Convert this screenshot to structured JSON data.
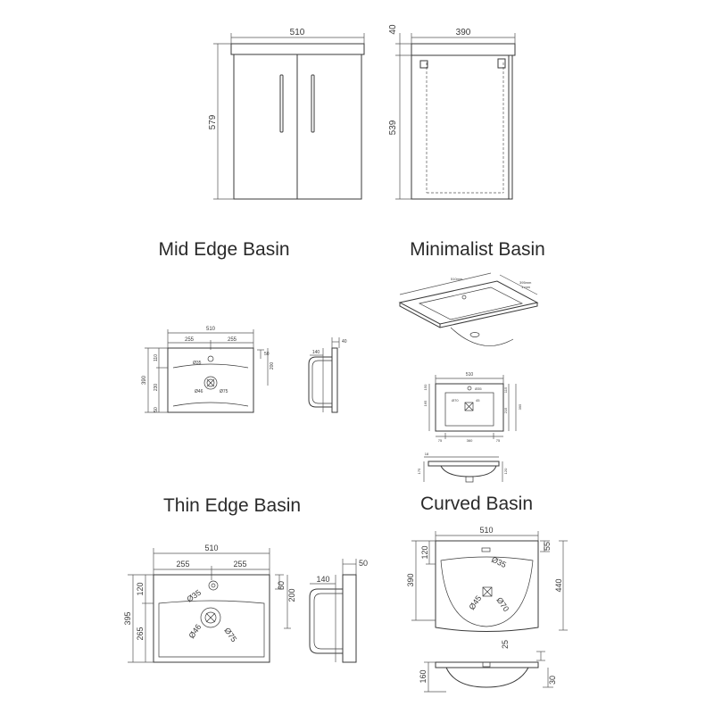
{
  "cabinet": {
    "front_width": "510",
    "front_height": "579",
    "side_depth": "390",
    "side_top": "40",
    "side_height": "539"
  },
  "sections": [
    {
      "title": "Mid Edge Basin",
      "top": {
        "width": "510",
        "half_left": "255",
        "half_right": "255",
        "depth": "390",
        "front": "110",
        "back": "230",
        "edge": "50",
        "tap_dia": "Ø35",
        "waste_small": "Ø46",
        "waste_large": "Ø75",
        "bowl_depth": "200",
        "rim": "50"
      },
      "side": {
        "thickness": "40",
        "bowl": "140"
      }
    },
    {
      "title": "Minimalist Basin",
      "iso": {
        "width": "510mm",
        "depth": "395mm",
        "sub": "1 mm"
      },
      "top": {
        "width": "510",
        "tap_dia": "Ø35",
        "waste_a": "Ø70",
        "waste_b": "45",
        "left_a": "150",
        "left_b": "165",
        "right_a": "115",
        "right_b": "215",
        "depth": "395",
        "bottom_l": "75",
        "bottom_m": "360",
        "bottom_r": "75"
      },
      "side": {
        "top": "18",
        "left": "175",
        "right": "120"
      }
    },
    {
      "title": "Thin Edge Basin",
      "top": {
        "width": "510",
        "half_left": "255",
        "half_right": "255",
        "front": "120",
        "back": "265",
        "depth": "395",
        "tap_dia": "Ø35",
        "waste_small": "Ø46",
        "waste_large": "Ø75",
        "bowl_depth": "200",
        "edge": "60"
      },
      "side": {
        "thickness": "50",
        "bowl": "140"
      }
    },
    {
      "title": "Curved Basin",
      "top": {
        "width": "510",
        "front": "120",
        "depth_left": "390",
        "tap_dia": "Ø35",
        "waste_small": "Ø45",
        "waste_large": "Ø70",
        "edge": "55",
        "depth_right": "440"
      },
      "side": {
        "top": "25",
        "left": "160",
        "right": "30"
      }
    }
  ]
}
